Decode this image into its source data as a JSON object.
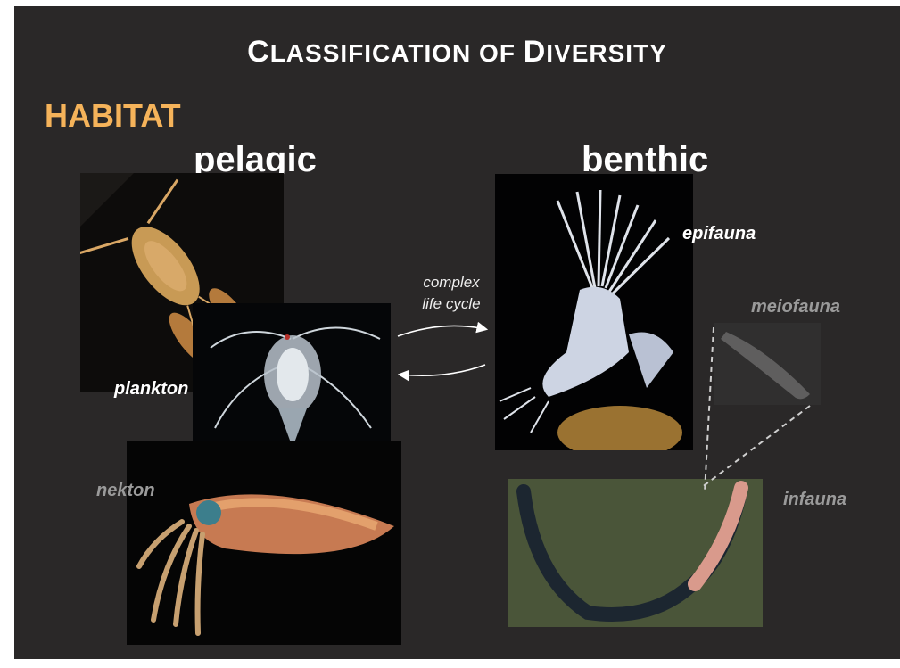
{
  "slide": {
    "title": "Classification of Diversity",
    "title_parts": [
      "C",
      "LASSIFICATION OF ",
      "D",
      "IVERSITY"
    ],
    "category": "HABITAT",
    "headings": {
      "pelagic": "pelagic",
      "benthic": "benthic"
    },
    "labels": {
      "plankton": "plankton",
      "nekton": "nekton",
      "epifauna": "epifauna",
      "meiofauna": "meiofauna",
      "infauna": "infauna"
    },
    "cycle_text": {
      "line1": "complex",
      "line2": "life cycle"
    },
    "colors": {
      "background": "#2a2828",
      "category": "#f5b35a",
      "heading": "#ffffff",
      "muted_label": "#9a9a9a"
    }
  }
}
